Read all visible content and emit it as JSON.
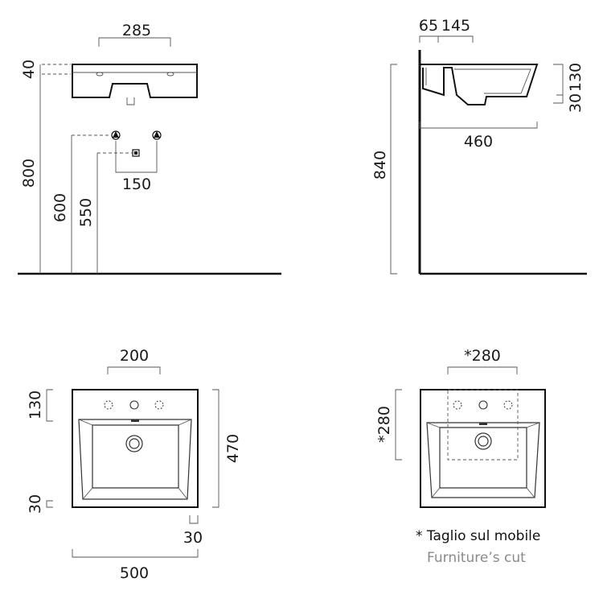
{
  "front_view": {
    "width": "285",
    "rim": "40",
    "height_total": "800",
    "tap_height": "600",
    "drain_height": "550",
    "tap_spacing": "150"
  },
  "side_view": {
    "wall_gap": "65",
    "tap_offset": "145",
    "height_total": "840",
    "depth": "460",
    "rim_30": "30",
    "bowl_130": "130"
  },
  "plan_view": {
    "tap_spacing": "200",
    "back_depth": "130",
    "front_margin": "30",
    "depth": "470",
    "drain_offset": "30",
    "width": "500"
  },
  "cut_view": {
    "cut_width": "*280",
    "cut_depth": "*280",
    "note_it": "* Taglio sul mobile",
    "note_en": "Furniture’s cut",
    "note_en_color": "#8a8a8a"
  }
}
